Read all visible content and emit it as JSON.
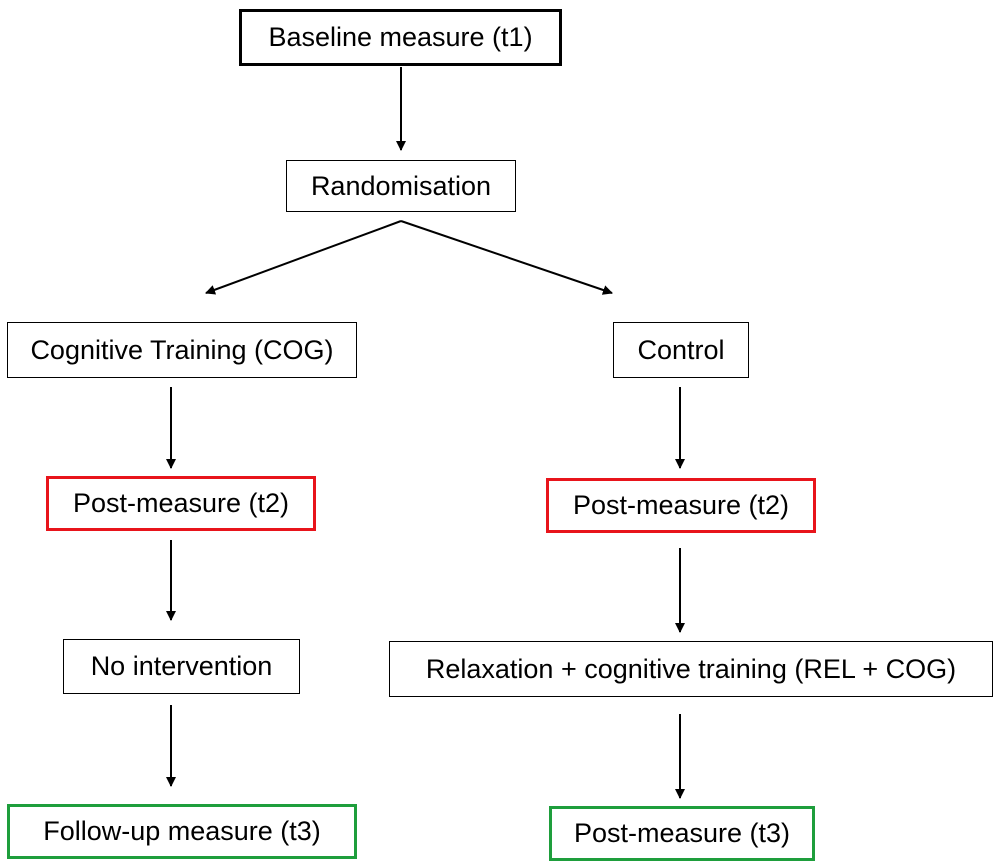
{
  "diagram": {
    "baseline": "Baseline measure (t1)",
    "randomisation": "Randomisation",
    "left": {
      "arm": "Cognitive Training (COG)",
      "post": "Post-measure (t2)",
      "between": "No intervention",
      "final": "Follow-up measure (t3)"
    },
    "right": {
      "arm": "Control",
      "post": "Post-measure (t2)",
      "between": "Relaxation +  cognitive training (REL + COG)",
      "final": "Post-measure (t3)"
    }
  },
  "colors": {
    "line": "#000000",
    "t2_border": "#e8141b",
    "t3_border": "#1e9e3c"
  }
}
